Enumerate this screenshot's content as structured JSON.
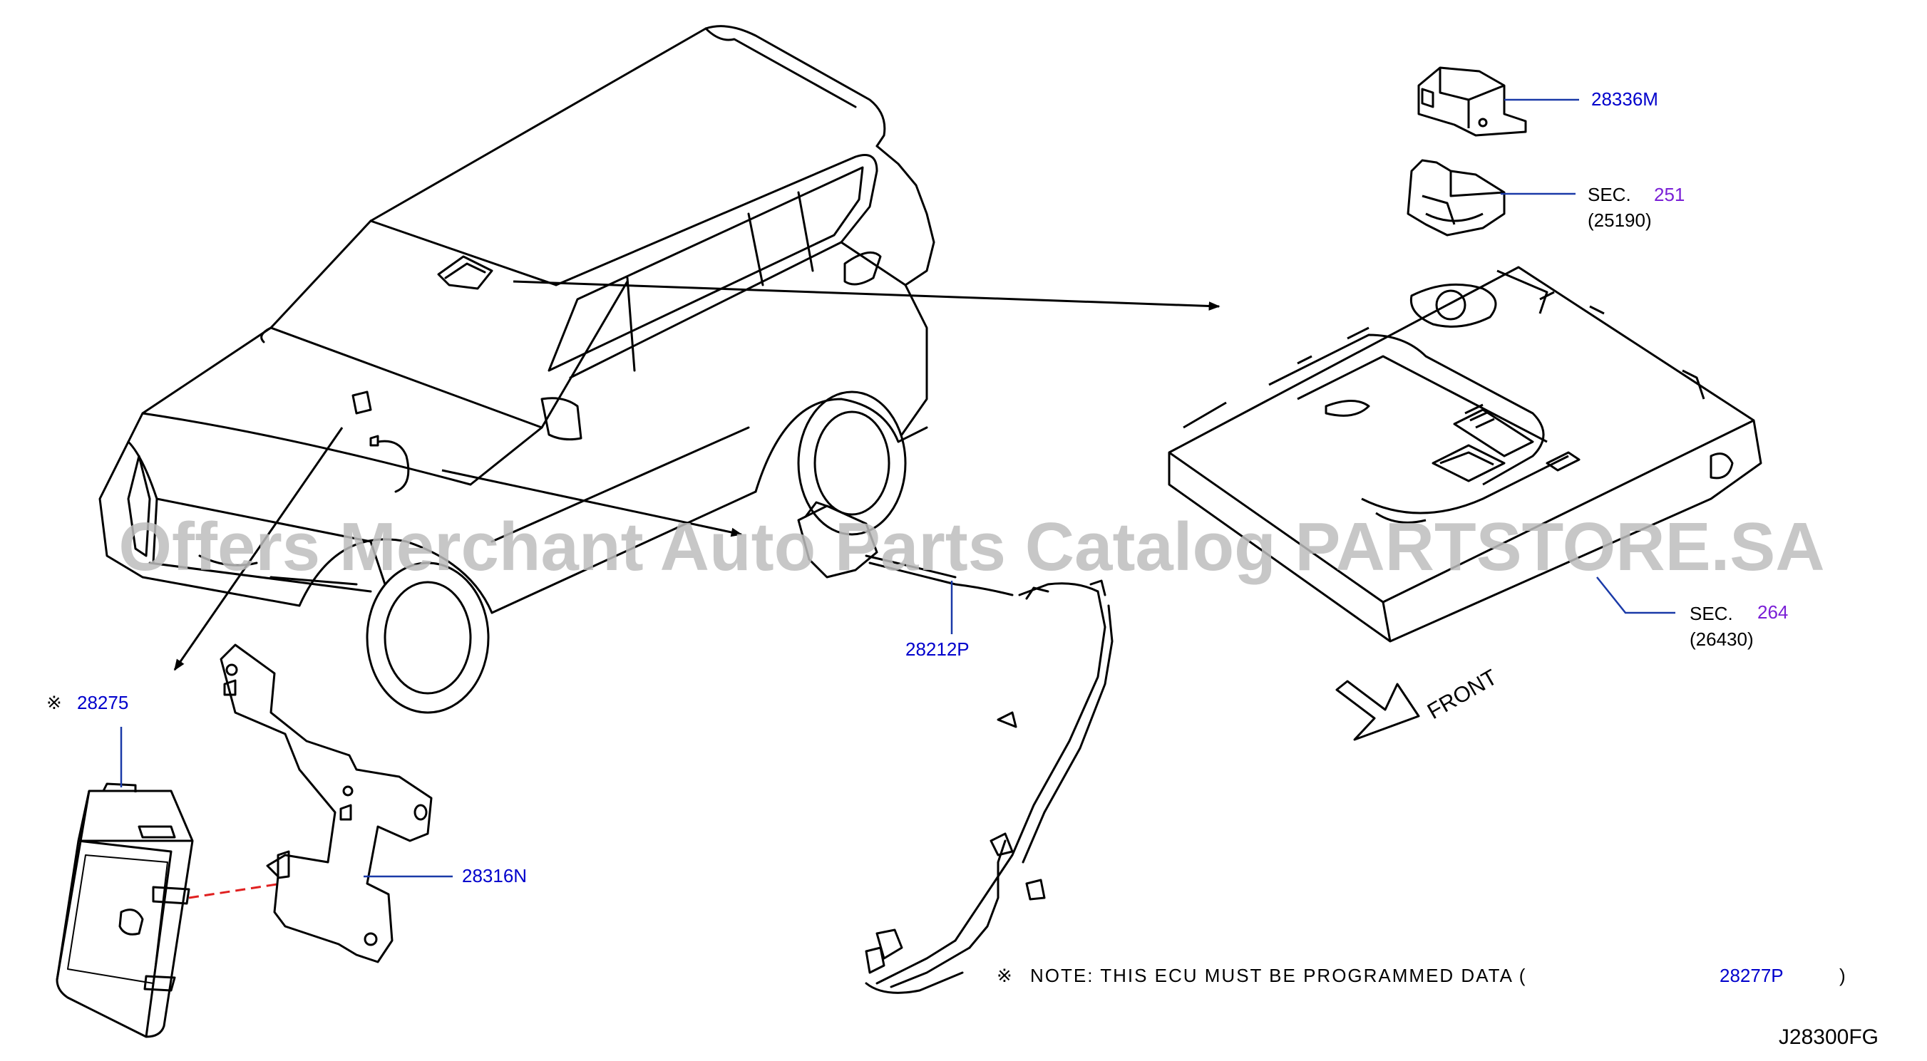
{
  "diagram": {
    "watermark": "Offers Merchant Auto Parts Catalog PARTSTORE.SA",
    "figure_code": "J28300FG",
    "direction_label": "FRONT",
    "callouts": {
      "p28336m": "28336M",
      "sec251_prefix": "SEC.",
      "sec251_num": "251",
      "sec251_sub": "(25190)",
      "sec264_prefix": "SEC.",
      "sec264_num": "264",
      "sec264_sub": "(26430)",
      "p28212p": "28212P",
      "p28275_mark": "※",
      "p28275": "28275",
      "p28316n": "28316N"
    },
    "note": {
      "mark": "※",
      "text": "NOTE:  THIS  ECU  MUST  BE  PROGRAMMED  DATA  (",
      "part": "28277P",
      "close": ")"
    }
  },
  "colors": {
    "line": "#000000",
    "link": "#0000cc",
    "sec_ref": "#7a1fd6",
    "leader": "#1a3aa8",
    "dashed": "#e02020",
    "watermark": "#bdbdbd"
  }
}
